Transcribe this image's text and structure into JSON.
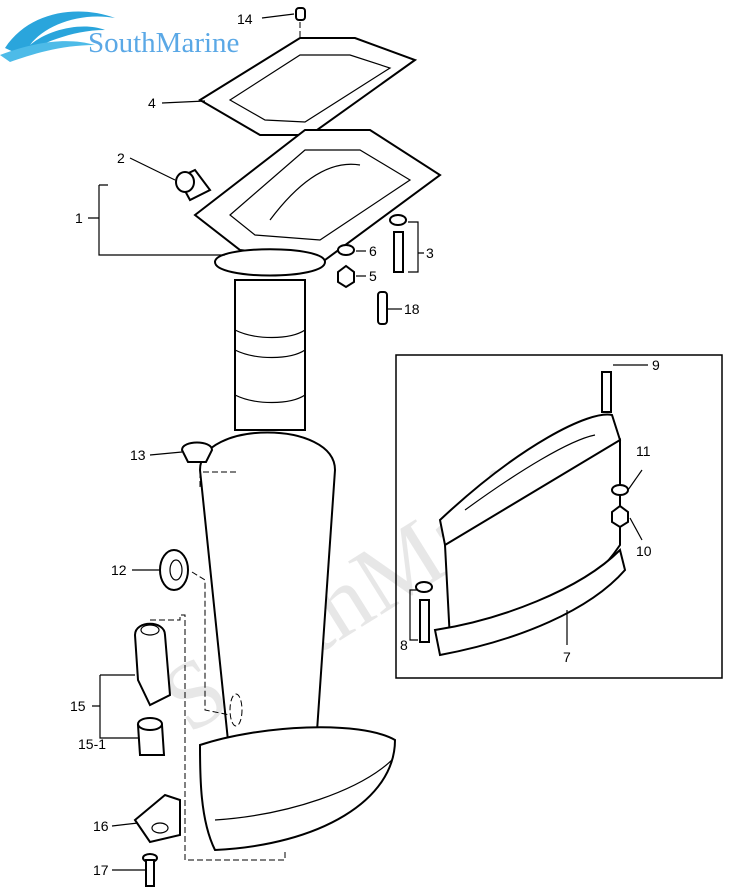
{
  "logo": {
    "text": "SouthMarine",
    "color": "#5aa8e6"
  },
  "watermark": "SouthMarine",
  "callouts": {
    "c14": "14",
    "c4": "4",
    "c2": "2",
    "c1": "1",
    "c6": "6",
    "c3": "3",
    "c5": "5",
    "c18": "18",
    "c9": "9",
    "c13": "13",
    "c11": "11",
    "c12": "12",
    "c10": "10",
    "c8": "8",
    "c7": "7",
    "c15": "15",
    "c15_1": "15-1",
    "c16": "16",
    "c17": "17"
  }
}
